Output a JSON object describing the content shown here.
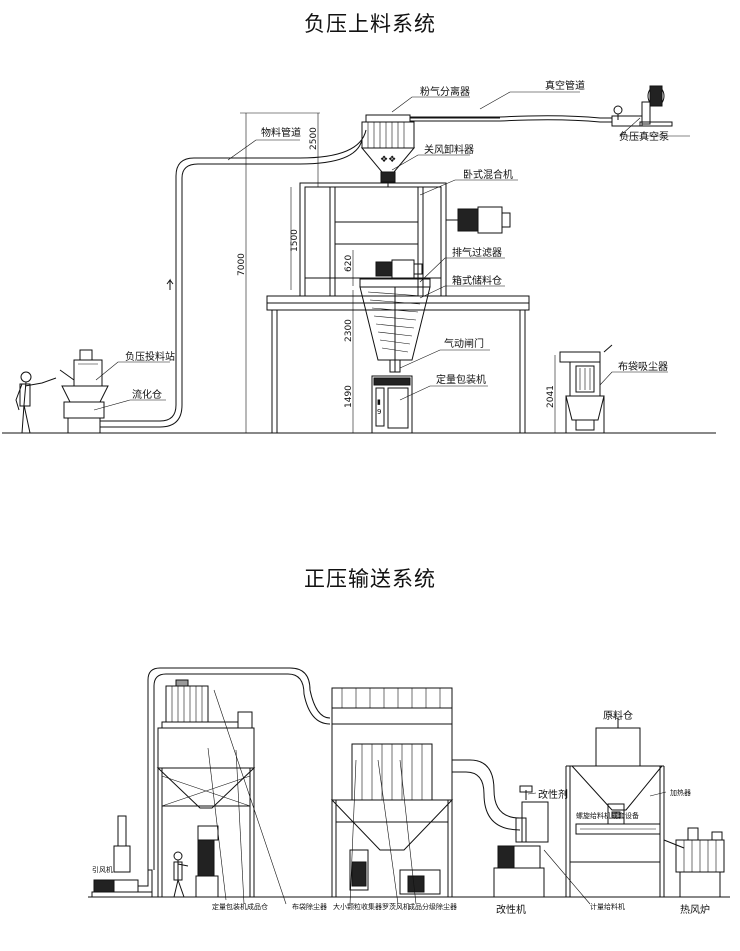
{
  "titles": {
    "top": "负压上料系统",
    "bottom": "正压输送系统"
  },
  "top_diagram": {
    "labels": {
      "powder_separator": "粉气分离器",
      "vacuum_pipe": "真空管道",
      "material_pipe": "物料管道",
      "rotary_valve": "关风卸料器",
      "horizontal_mixer": "卧式混合机",
      "exhaust_filter": "排气过滤器",
      "box_silo": "箱式储料仓",
      "pneumatic_gate": "气动闸门",
      "packing_machine": "定量包装机",
      "vacuum_pump": "负压真空泵",
      "feeding_station": "负压投料站",
      "fluidizing_bin": "流化仓",
      "bag_dust_collector": "布袋吸尘器"
    },
    "dimensions": {
      "d2500": "2500",
      "d7000": "7000",
      "d1500": "1500",
      "d620": "620",
      "d2300": "2300",
      "d1490": "1490",
      "d2041": "2041"
    }
  },
  "bottom_diagram": {
    "labels": {
      "modifier_top": "改性剂",
      "raw_bin": "原料仓",
      "heater_small": "加热器",
      "modifier_machine": "改性机",
      "hot_air_furnace": "热风炉",
      "bottom_1": "定量包装机",
      "bottom_2": "成品仓",
      "bottom_3": "布袋除尘器",
      "bottom_4": "大小颗粒收集器",
      "bottom_5": "罗茨风机",
      "bottom_6": "成品分级除尘器",
      "bottom_7": "计量给料机",
      "left_unit": "引风机",
      "inner_small": "螺旋给料机成套设备"
    }
  }
}
